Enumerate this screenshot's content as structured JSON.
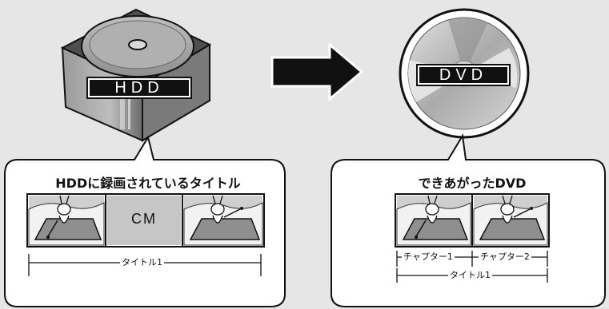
{
  "hdd": {
    "label": "HDD"
  },
  "dvd": {
    "label": "DVD"
  },
  "left_panel": {
    "title": "HDDに録画されているタイトル",
    "cm_label": "CM",
    "title_span_label": "タイトル1"
  },
  "right_panel": {
    "title": "できあがったDVD",
    "chapter1_label": "チャプター1",
    "chapter2_label": "チャプター2",
    "title_span_label": "タイトル1"
  },
  "colors": {
    "background": "#e6e6e6",
    "box_dark": "#5a5a5a",
    "badge": "#111111",
    "arrow": "#111111",
    "panel": "#ffffff"
  }
}
